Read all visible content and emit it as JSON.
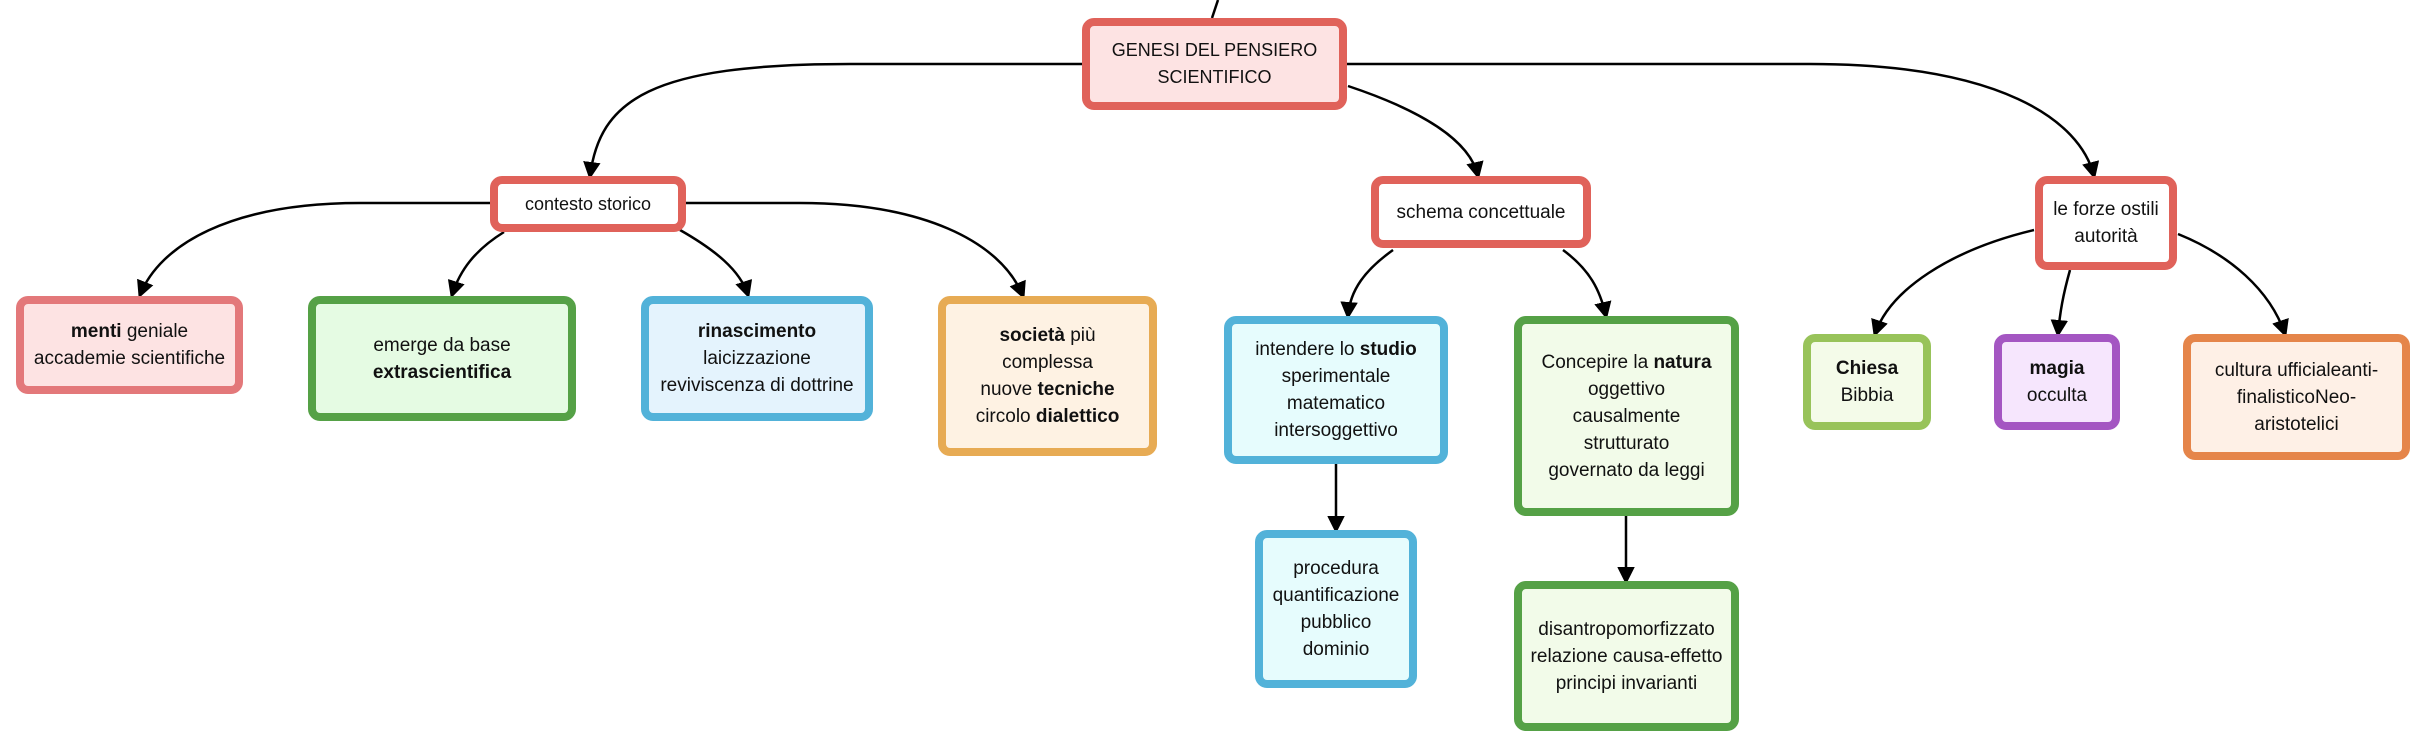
{
  "colors": {
    "red": "#e0625a",
    "pink": "#e3787a",
    "green": "#55a146",
    "lime": "#98c35a",
    "blue": "#52b2d9",
    "orange_gold": "#e7ab54",
    "orange": "#e5854a",
    "purple": "#a456c2"
  },
  "nodes": {
    "root": {
      "lines": [
        [
          {
            "t": "GENESI DEL PENSIERO"
          }
        ],
        [
          {
            "t": "SCIENTIFICO"
          }
        ]
      ]
    },
    "contesto": {
      "lines": [
        [
          {
            "t": "contesto storico"
          }
        ]
      ]
    },
    "schema": {
      "lines": [
        [
          {
            "t": "schema concettuale"
          }
        ]
      ]
    },
    "forze": {
      "lines": [
        [
          {
            "t": "le forze ostili"
          }
        ],
        [
          {
            "t": "autorità"
          }
        ]
      ]
    },
    "menti": {
      "lines": [
        [
          {
            "t": "menti",
            "b": true
          },
          {
            "t": " geniale"
          }
        ],
        [
          {
            "t": "accademie scientifiche"
          }
        ]
      ]
    },
    "emerge": {
      "lines": [
        [
          {
            "t": "emerge da base"
          }
        ],
        [
          {
            "t": "extrascientifica",
            "b": true
          }
        ]
      ]
    },
    "rinascimento": {
      "lines": [
        [
          {
            "t": "rinascimento",
            "b": true
          }
        ],
        [
          {
            "t": "laicizzazione"
          }
        ],
        [
          {
            "t": "reviviscenza di dottrine"
          }
        ]
      ]
    },
    "societa": {
      "lines": [
        [
          {
            "t": "società",
            "b": true
          },
          {
            "t": " più complessa"
          }
        ],
        [
          {
            "t": "nuove "
          },
          {
            "t": "tecniche",
            "b": true
          }
        ],
        [
          {
            "t": "circolo "
          },
          {
            "t": "dialettico",
            "b": true
          }
        ]
      ]
    },
    "studio": {
      "lines": [
        [
          {
            "t": "intendere lo "
          },
          {
            "t": "studio",
            "b": true
          }
        ],
        [
          {
            "t": "sperimentale"
          }
        ],
        [
          {
            "t": "matematico"
          }
        ],
        [
          {
            "t": "intersoggettivo"
          }
        ]
      ]
    },
    "natura": {
      "lines": [
        [
          {
            "t": "Concepire la "
          },
          {
            "t": "natura",
            "b": true
          }
        ],
        [
          {
            "t": "oggettivo"
          }
        ],
        [
          {
            "t": "causalmente"
          }
        ],
        [
          {
            "t": "strutturato"
          }
        ],
        [
          {
            "t": "governato da leggi"
          }
        ]
      ]
    },
    "procedura": {
      "lines": [
        [
          {
            "t": "procedura"
          }
        ],
        [
          {
            "t": "quantificazione"
          }
        ],
        [
          {
            "t": "pubblico"
          }
        ],
        [
          {
            "t": "dominio"
          }
        ]
      ]
    },
    "disantro": {
      "lines": [
        [
          {
            "t": "disantropomorfizzato"
          }
        ],
        [
          {
            "t": "relazione causa-effetto"
          }
        ],
        [
          {
            "t": "principi invarianti"
          }
        ]
      ]
    },
    "chiesa": {
      "lines": [
        [
          {
            "t": "Chiesa",
            "b": true
          }
        ],
        [
          {
            "t": "Bibbia"
          }
        ]
      ]
    },
    "magia": {
      "lines": [
        [
          {
            "t": "magia",
            "b": true
          }
        ],
        [
          {
            "t": "occulta"
          }
        ]
      ]
    },
    "cultura": {
      "lines": [
        [
          {
            "t": "cultura ufficialeanti-"
          }
        ],
        [
          {
            "t": "finalisticoNeo-"
          }
        ],
        [
          {
            "t": "aristotelici"
          }
        ]
      ]
    }
  }
}
